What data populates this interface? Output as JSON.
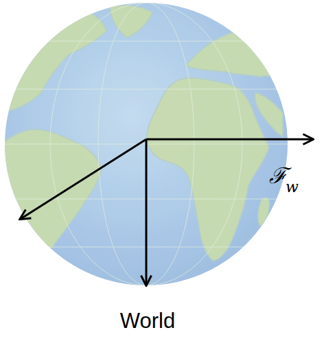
{
  "diagram": {
    "labels": [
      "ℱ",
      "w",
      "World"
    ]
  }
}
